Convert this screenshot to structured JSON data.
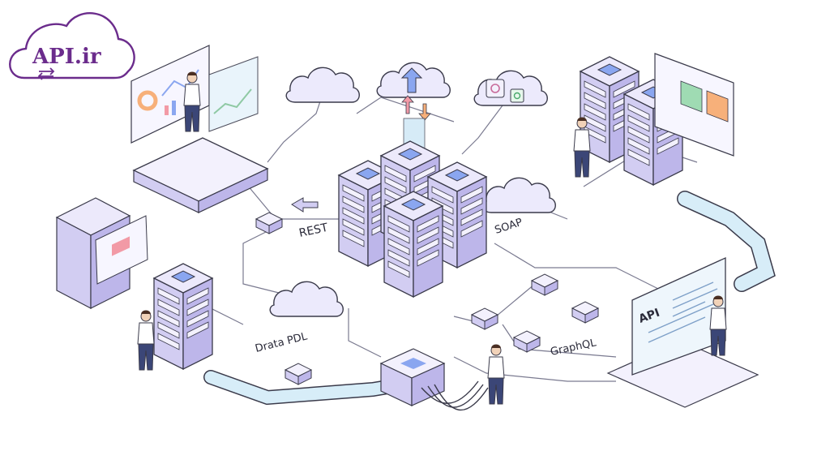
{
  "logo": {
    "text": "API.ir",
    "color": "#6b2c8c"
  },
  "labels": {
    "rest": "REST",
    "soap": "SOAP",
    "graphql": "GraphQL",
    "data_pdl": "Drata PDL",
    "api_screen": "API"
  },
  "colors": {
    "outline": "#3a3a4a",
    "lavender": "#c8c3ee",
    "lavender_light": "#e8e6fa",
    "screen_blue": "#8aa6f0",
    "pipe": "#cfe8f6",
    "accent_pink": "#f29aa6",
    "accent_green": "#9fdbb3",
    "accent_orange": "#f7b07a"
  },
  "icons": [
    "cloud-icon",
    "upload-arrow-icon",
    "gear-icon",
    "server-icon",
    "pipe-icon",
    "connector-icon"
  ]
}
